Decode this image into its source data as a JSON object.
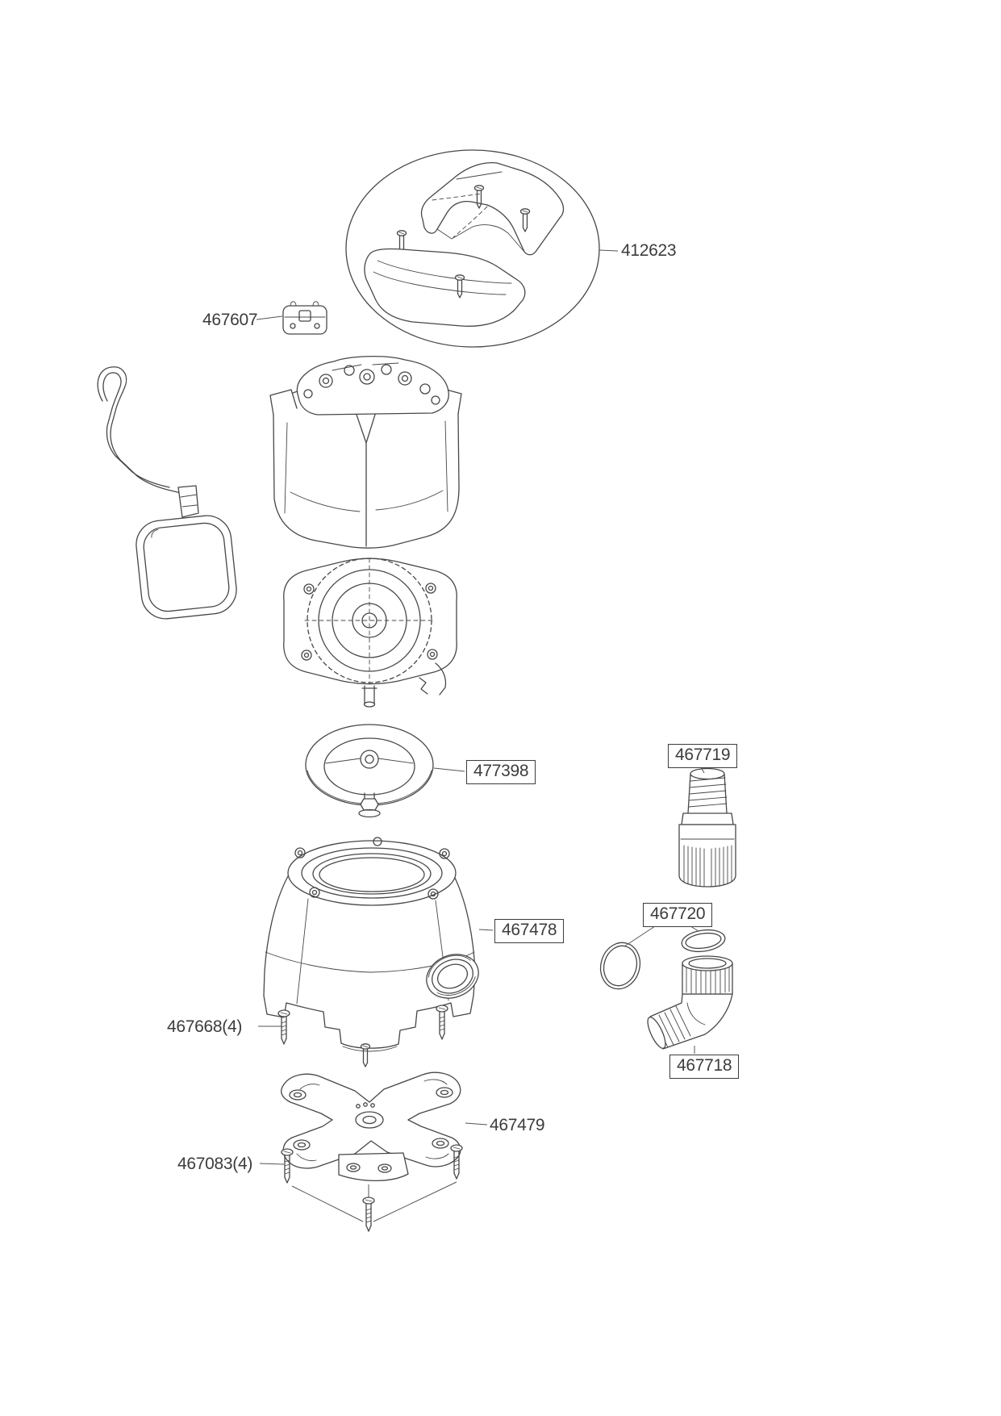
{
  "diagram": {
    "background": "#ffffff",
    "line_color": "#474747",
    "label_color": "#3c3c3c",
    "parts": {
      "handle_assembly": {
        "number": "412623",
        "style": "plain"
      },
      "cable_clip": {
        "number": "467607",
        "style": "plain"
      },
      "diaphragm_cover": {
        "number": "477398",
        "style": "boxed"
      },
      "threaded_adapter": {
        "number": "467719",
        "style": "boxed"
      },
      "pump_housing": {
        "number": "467478",
        "style": "boxed"
      },
      "o_rings": {
        "number": "467720",
        "style": "boxed"
      },
      "elbow_fitting": {
        "number": "467718",
        "style": "boxed"
      },
      "housing_screws": {
        "number": "467668(4)",
        "style": "plain"
      },
      "base_plate": {
        "number": "467479",
        "style": "plain"
      },
      "base_screws": {
        "number": "467083(4)",
        "style": "plain"
      }
    }
  }
}
